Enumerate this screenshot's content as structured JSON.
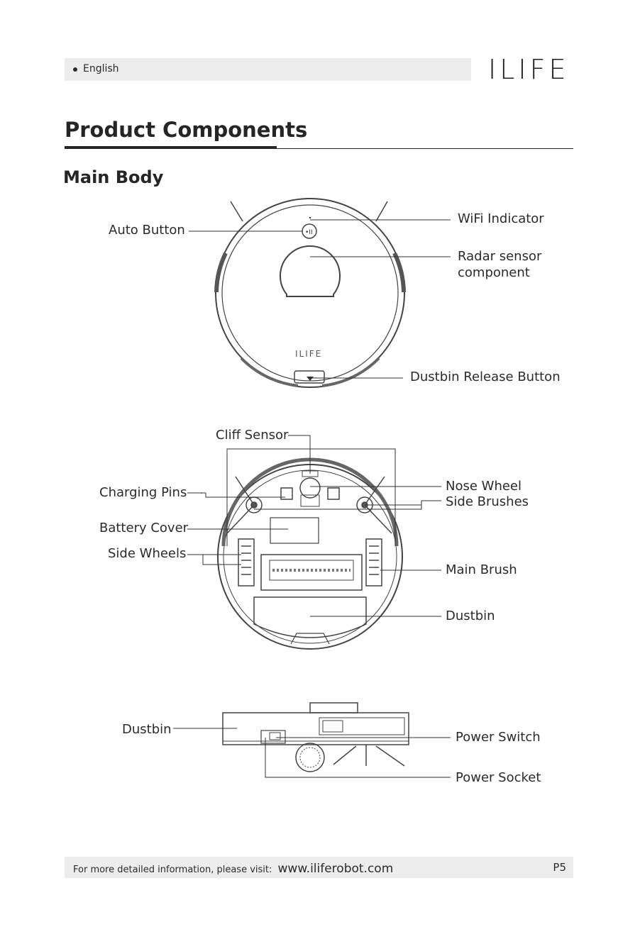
{
  "header": {
    "language": "English",
    "brand": "ILIFE"
  },
  "title": "Product Components",
  "section": "Main Body",
  "top_view": {
    "robot_logo": "ILIFE",
    "labels": {
      "auto_button": "Auto Button",
      "wifi_indicator": "WiFi Indicator",
      "radar_line1": "Radar sensor",
      "radar_line2": "component",
      "dustbin_release": "Dustbin Release Button"
    }
  },
  "bottom_view": {
    "labels": {
      "cliff_sensor": "Cliff Sensor",
      "charging_pins": "Charging Pins",
      "battery_cover": "Battery Cover",
      "side_wheels": "Side Wheels",
      "nose_wheel": "Nose Wheel",
      "side_brushes": "Side Brushes",
      "main_brush": "Main Brush",
      "dustbin": "Dustbin"
    }
  },
  "side_view": {
    "labels": {
      "dustbin": "Dustbin",
      "power_switch": "Power Switch",
      "power_socket": "Power Socket"
    }
  },
  "footer": {
    "text": "For more detailed information, please visit:",
    "url": "www.iliferobot.com",
    "page": "P5"
  }
}
